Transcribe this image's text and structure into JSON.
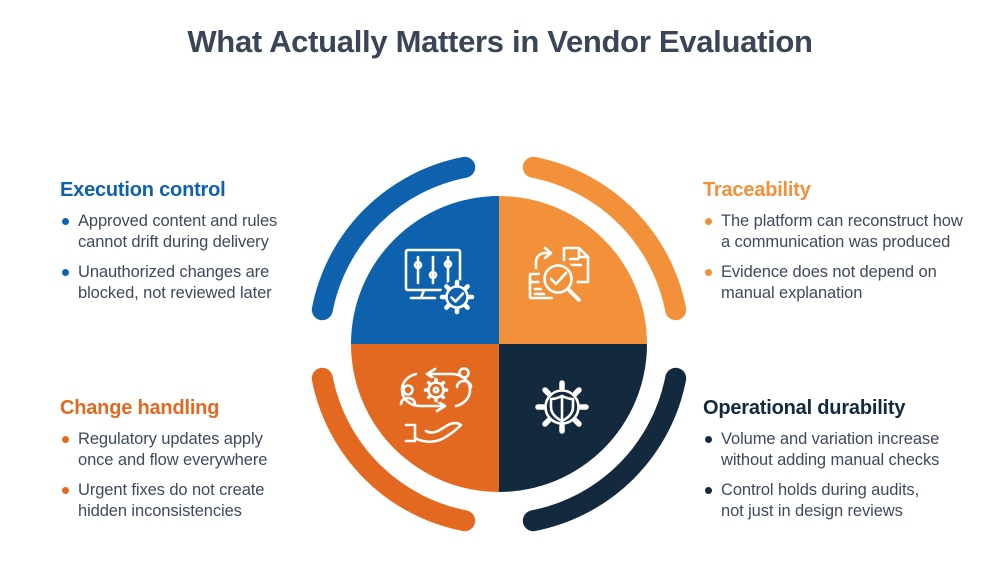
{
  "title": "What Actually Matters in Vendor Evaluation",
  "colors": {
    "blue": "#0e61ad",
    "orange_light": "#f2913a",
    "orange_dark": "#e2691f",
    "navy": "#13293d",
    "body_text": "#3e4a5c",
    "title_text": "#3a4557",
    "icon_stroke": "#ffffff",
    "background": "#ffffff"
  },
  "sections": [
    {
      "id": "execution-control",
      "label": "Execution control",
      "color": "#0e61ad",
      "icon": "monitor-sliders-gear-check-icon",
      "bullets": [
        "Approved content and rules\ncannot drift during delivery",
        "Unauthorized changes are\nblocked, not reviewed later"
      ]
    },
    {
      "id": "traceability",
      "label": "Traceability",
      "color": "#f2913a",
      "icon": "document-box-magnifier-check-icon",
      "bullets": [
        "The platform can reconstruct how\na communication was produced",
        "Evidence does not depend on\nmanual explanation"
      ]
    },
    {
      "id": "change-handling",
      "label": "Change handling",
      "color": "#e2691f",
      "icon": "hand-cycle-gear-people-icon",
      "bullets": [
        "Regulatory updates apply\nonce and flow everywhere",
        "Urgent fixes do not create\nhidden inconsistencies"
      ]
    },
    {
      "id": "operational-durability",
      "label": "Operational durability",
      "color": "#13293d",
      "icon": "gear-shield-icon",
      "bullets": [
        "Volume and variation increase\nwithout adding manual checks",
        "Control holds during audits,\nnot just in design reviews"
      ]
    }
  ]
}
